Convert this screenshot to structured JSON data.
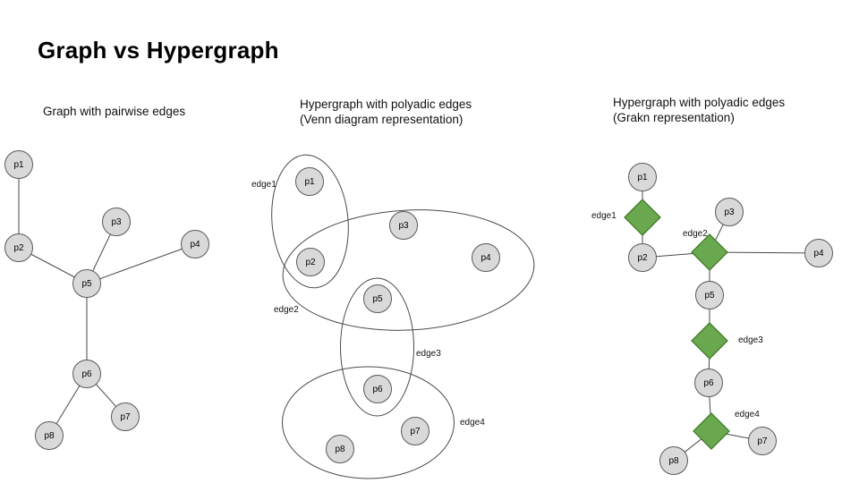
{
  "title": "Graph vs Hypergraph",
  "colors": {
    "background": "#ffffff",
    "node_fill": "#d9d9d9",
    "node_stroke": "#595959",
    "relation_fill": "#6aa84f",
    "relation_stroke": "#38761d",
    "line": "#4a4a4a",
    "text": "#000000"
  },
  "panels": {
    "graph": {
      "title": "Graph with pairwise edges",
      "nodes": [
        {
          "label": "p1"
        },
        {
          "label": "p2"
        },
        {
          "label": "p3"
        },
        {
          "label": "p4"
        },
        {
          "label": "p5"
        },
        {
          "label": "p6"
        },
        {
          "label": "p7"
        },
        {
          "label": "p8"
        }
      ],
      "edges": [
        "p1-p2",
        "p2-p5",
        "p3-p5",
        "p4-p5",
        "p5-p6",
        "p6-p7",
        "p6-p8"
      ]
    },
    "venn": {
      "title_line1": "Hypergraph with polyadic edges",
      "title_line2": "(Venn diagram representation)",
      "nodes": [
        {
          "label": "p1"
        },
        {
          "label": "p2"
        },
        {
          "label": "p3"
        },
        {
          "label": "p4"
        },
        {
          "label": "p5"
        },
        {
          "label": "p6"
        },
        {
          "label": "p7"
        },
        {
          "label": "p8"
        }
      ],
      "hyperedges": [
        {
          "label": "edge1",
          "members": [
            "p1",
            "p2"
          ]
        },
        {
          "label": "edge2",
          "members": [
            "p2",
            "p3",
            "p4",
            "p5"
          ]
        },
        {
          "label": "edge3",
          "members": [
            "p5",
            "p6"
          ]
        },
        {
          "label": "edge4",
          "members": [
            "p6",
            "p7",
            "p8"
          ]
        }
      ]
    },
    "grakn": {
      "title_line1": "Hypergraph with polyadic edges",
      "title_line2": "(Grakn representation)",
      "nodes": [
        {
          "label": "p1"
        },
        {
          "label": "p2"
        },
        {
          "label": "p3"
        },
        {
          "label": "p4"
        },
        {
          "label": "p5"
        },
        {
          "label": "p6"
        },
        {
          "label": "p7"
        },
        {
          "label": "p8"
        }
      ],
      "relations": [
        {
          "label": "edge1",
          "members": [
            "p1",
            "p2"
          ]
        },
        {
          "label": "edge2",
          "members": [
            "p2",
            "p3",
            "p4",
            "p5"
          ]
        },
        {
          "label": "edge3",
          "members": [
            "p5",
            "p6"
          ]
        },
        {
          "label": "edge4",
          "members": [
            "p6",
            "p7",
            "p8"
          ]
        }
      ]
    }
  }
}
